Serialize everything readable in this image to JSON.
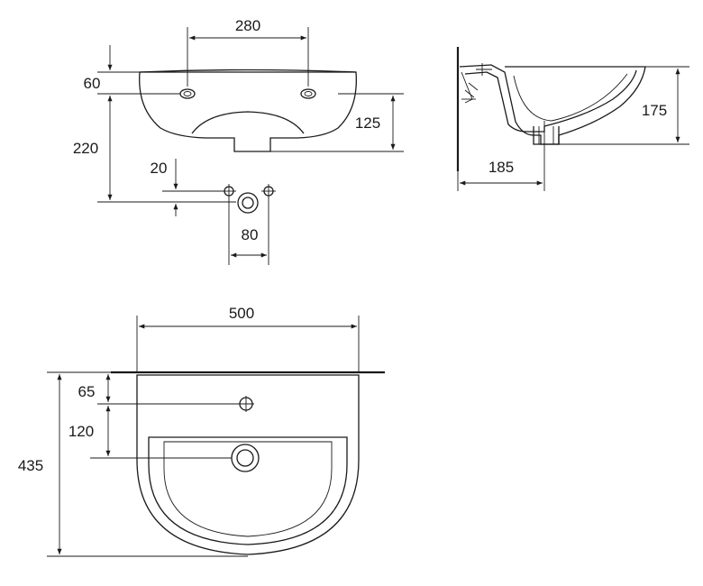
{
  "front_view": {
    "dim_tap_spacing": "280",
    "dim_tap_depth": "60",
    "dim_total_height": "220",
    "dim_drain_height": "125",
    "dim_bolt_offset": "20",
    "dim_bolt_spacing": "80"
  },
  "side_view": {
    "dim_depth": "175",
    "dim_projection": "185"
  },
  "top_view": {
    "dim_width": "500",
    "dim_tap_from_wall": "65",
    "dim_drain_from_tap": "120",
    "dim_total_length": "435"
  }
}
